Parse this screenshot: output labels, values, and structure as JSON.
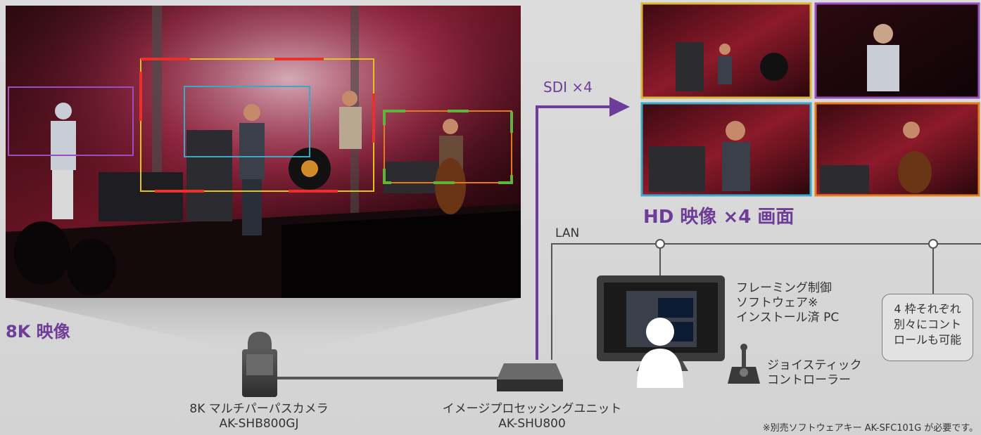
{
  "main_view": {
    "label": "8K 映像"
  },
  "sdi": {
    "label": "SDI ×4"
  },
  "hd": {
    "label": "HD 映像 ×4 画面"
  },
  "lan": {
    "label": "LAN"
  },
  "pc": {
    "lines": [
      "フレーミング制御",
      "ソフトウェア※",
      "インストール済 PC"
    ]
  },
  "joystick": {
    "lines": [
      "ジョイスティック",
      "コントローラー"
    ]
  },
  "note_box": {
    "lines": [
      "4 枠それぞれ",
      "別々にコント",
      "ロールも可能"
    ]
  },
  "camera": {
    "name": "8K マルチパーパスカメラ",
    "model": "AK-SHB800GJ"
  },
  "unit": {
    "name": "イメージプロセッシングユニット",
    "model": "AK-SHU800"
  },
  "footnote": "※別売ソフトウェアキー AK-SFC101G が必要です。",
  "colors": {
    "accent": "#6e3d97",
    "frame_purple": "#9a4fbf",
    "frame_red": "#e8312b",
    "frame_yellow": "#e3c21d",
    "frame_cyan": "#3aa9c7",
    "frame_green": "#62b33d",
    "frame_orange": "#e37b1c"
  },
  "icons": [
    "camera-icon",
    "processing-unit-icon",
    "monitor-icon",
    "user-icon",
    "joystick-icon"
  ]
}
